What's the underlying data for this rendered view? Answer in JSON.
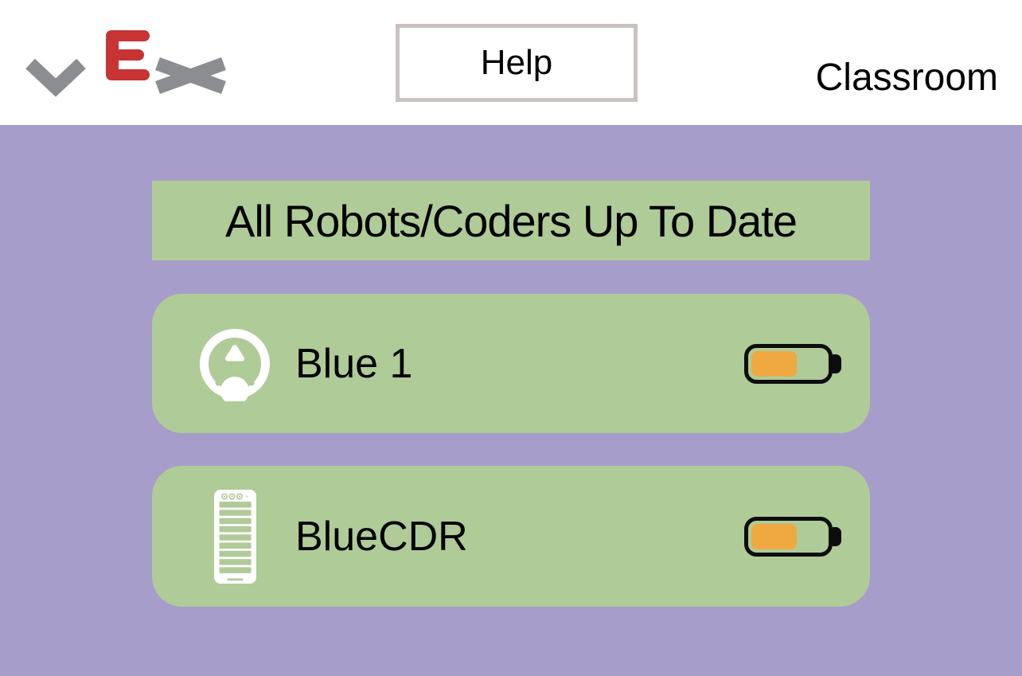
{
  "header": {
    "logo_alt": "VEX",
    "help_button": "Help",
    "classroom": "Classroom"
  },
  "banner": {
    "text": "All Robots/Coders Up To Date"
  },
  "devices": [
    {
      "name": "Blue 1",
      "kind": "123-robot",
      "icon": "robot-123-top-view-icon",
      "battery": {
        "level_fraction": 0.55,
        "fill_width": "57"
      }
    },
    {
      "name": "BlueCDR",
      "kind": "coder",
      "icon": "coder-device-icon",
      "battery": {
        "level_fraction": 0.55,
        "fill_width": "57"
      }
    }
  ],
  "colors": {
    "background_purple": "#a79dca",
    "panel_green": "#afcb97",
    "battery_fill_orange": "#f0a841",
    "battery_outline": "#0d0d0d",
    "vex_gray": "#8b8d90",
    "vex_red": "#c73433",
    "help_border": "#c9c2c0",
    "text": "#000000",
    "header_background": "#ffffff"
  }
}
